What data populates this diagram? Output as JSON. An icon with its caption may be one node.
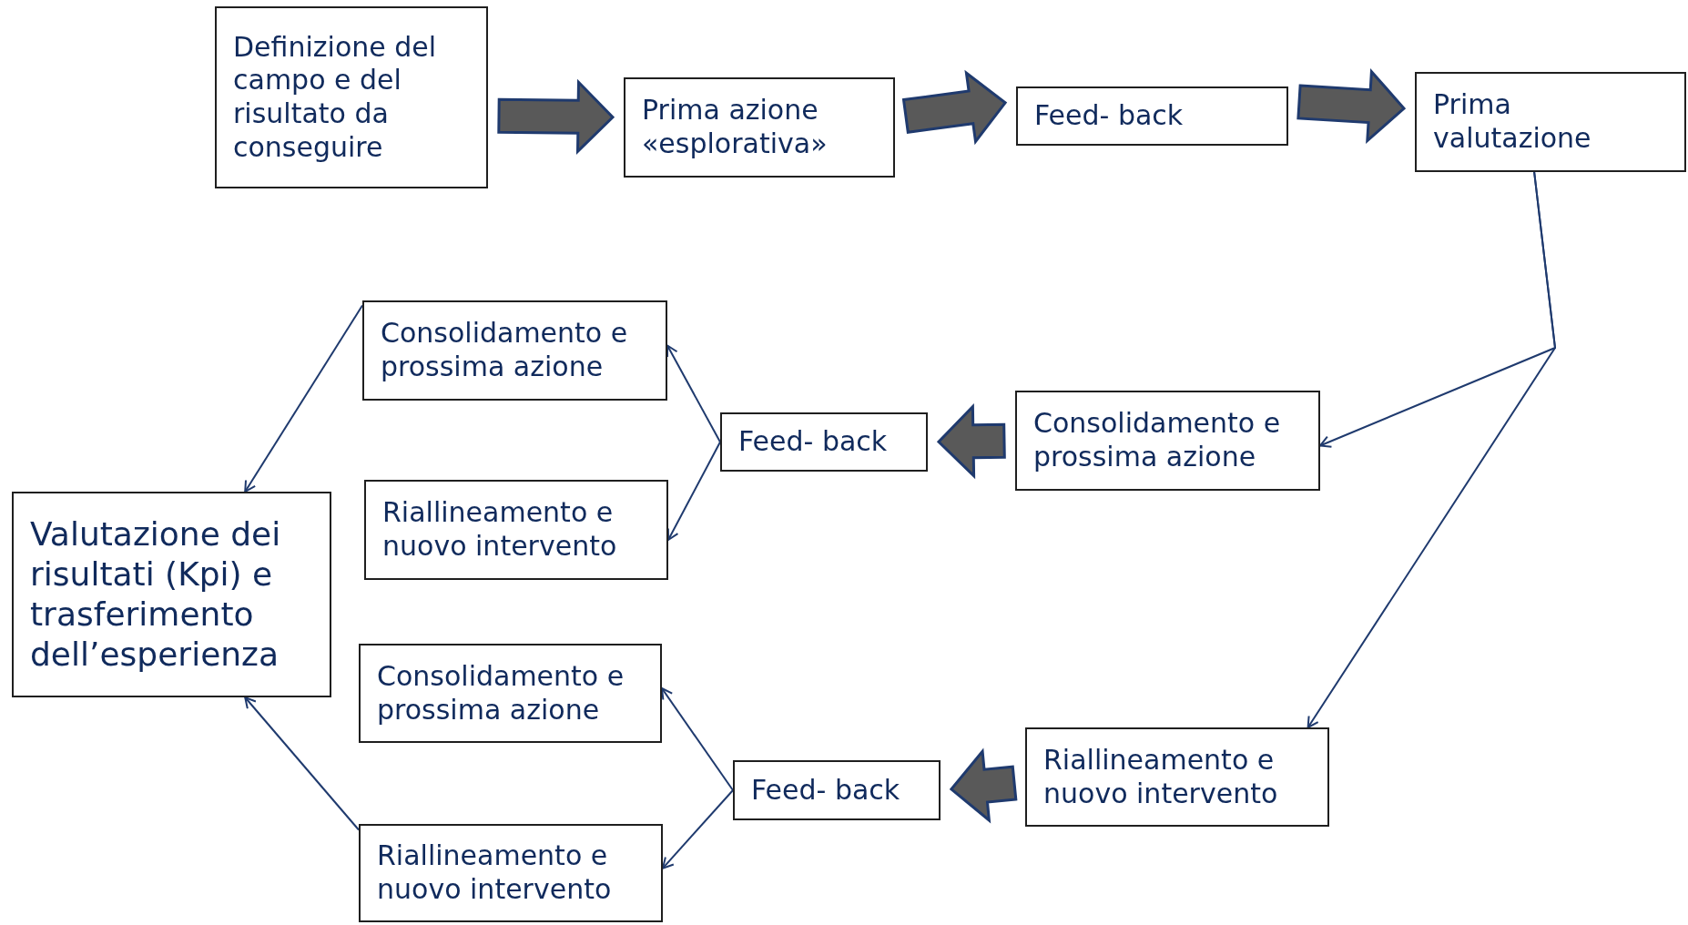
{
  "diagram": {
    "nodes": [
      {
        "text": [
          "Definizione del campo e del risultato da conseguire"
        ]
      },
      {
        "text": [
          "Prima azione «esplorativa»"
        ]
      },
      {
        "text": [
          "Feed- back"
        ]
      },
      {
        "text": [
          "Prima valutazione"
        ]
      },
      {
        "text": [
          "Consolidamento e prossima azione"
        ]
      },
      {
        "text": [
          "Feed- back"
        ]
      },
      {
        "text": [
          "Consolidamento e prossima azione"
        ]
      },
      {
        "text": [
          "Riallineamento e nuovo intervento"
        ]
      },
      {
        "text": [
          "Valutazione dei risultati (Kpi) e trasferimento dell’esperienza"
        ]
      },
      {
        "text": [
          "Riallineamento e nuovo intervento"
        ]
      },
      {
        "text": [
          "Feed- back"
        ]
      },
      {
        "text": [
          "Consolidamento e prossima azione"
        ]
      },
      {
        "text": [
          "Riallineamento e nuovo intervento"
        ]
      }
    ],
    "edges": [
      {
        "from": 0,
        "to": 1,
        "arrow": "to",
        "style": "thick"
      },
      {
        "from": 1,
        "to": 2,
        "arrow": "to",
        "style": "thick"
      },
      {
        "from": 2,
        "to": 3,
        "arrow": "to",
        "style": "thick"
      },
      {
        "from": 3,
        "to": 4,
        "arrow": "to"
      },
      {
        "from": 3,
        "to": 9,
        "arrow": "to"
      },
      {
        "from": 4,
        "to": 5,
        "arrow": "to",
        "style": "thick"
      },
      {
        "from": 5,
        "to": 6,
        "arrow": "to"
      },
      {
        "from": 5,
        "to": 7,
        "arrow": "to"
      },
      {
        "from": 6,
        "to": 8,
        "arrow": "to"
      },
      {
        "from": 9,
        "to": 10,
        "arrow": "to",
        "style": "thick"
      },
      {
        "from": 10,
        "to": 11,
        "arrow": "to"
      },
      {
        "from": 10,
        "to": 12,
        "arrow": "to"
      },
      {
        "from": 12,
        "to": 8,
        "arrow": "to"
      }
    ]
  }
}
